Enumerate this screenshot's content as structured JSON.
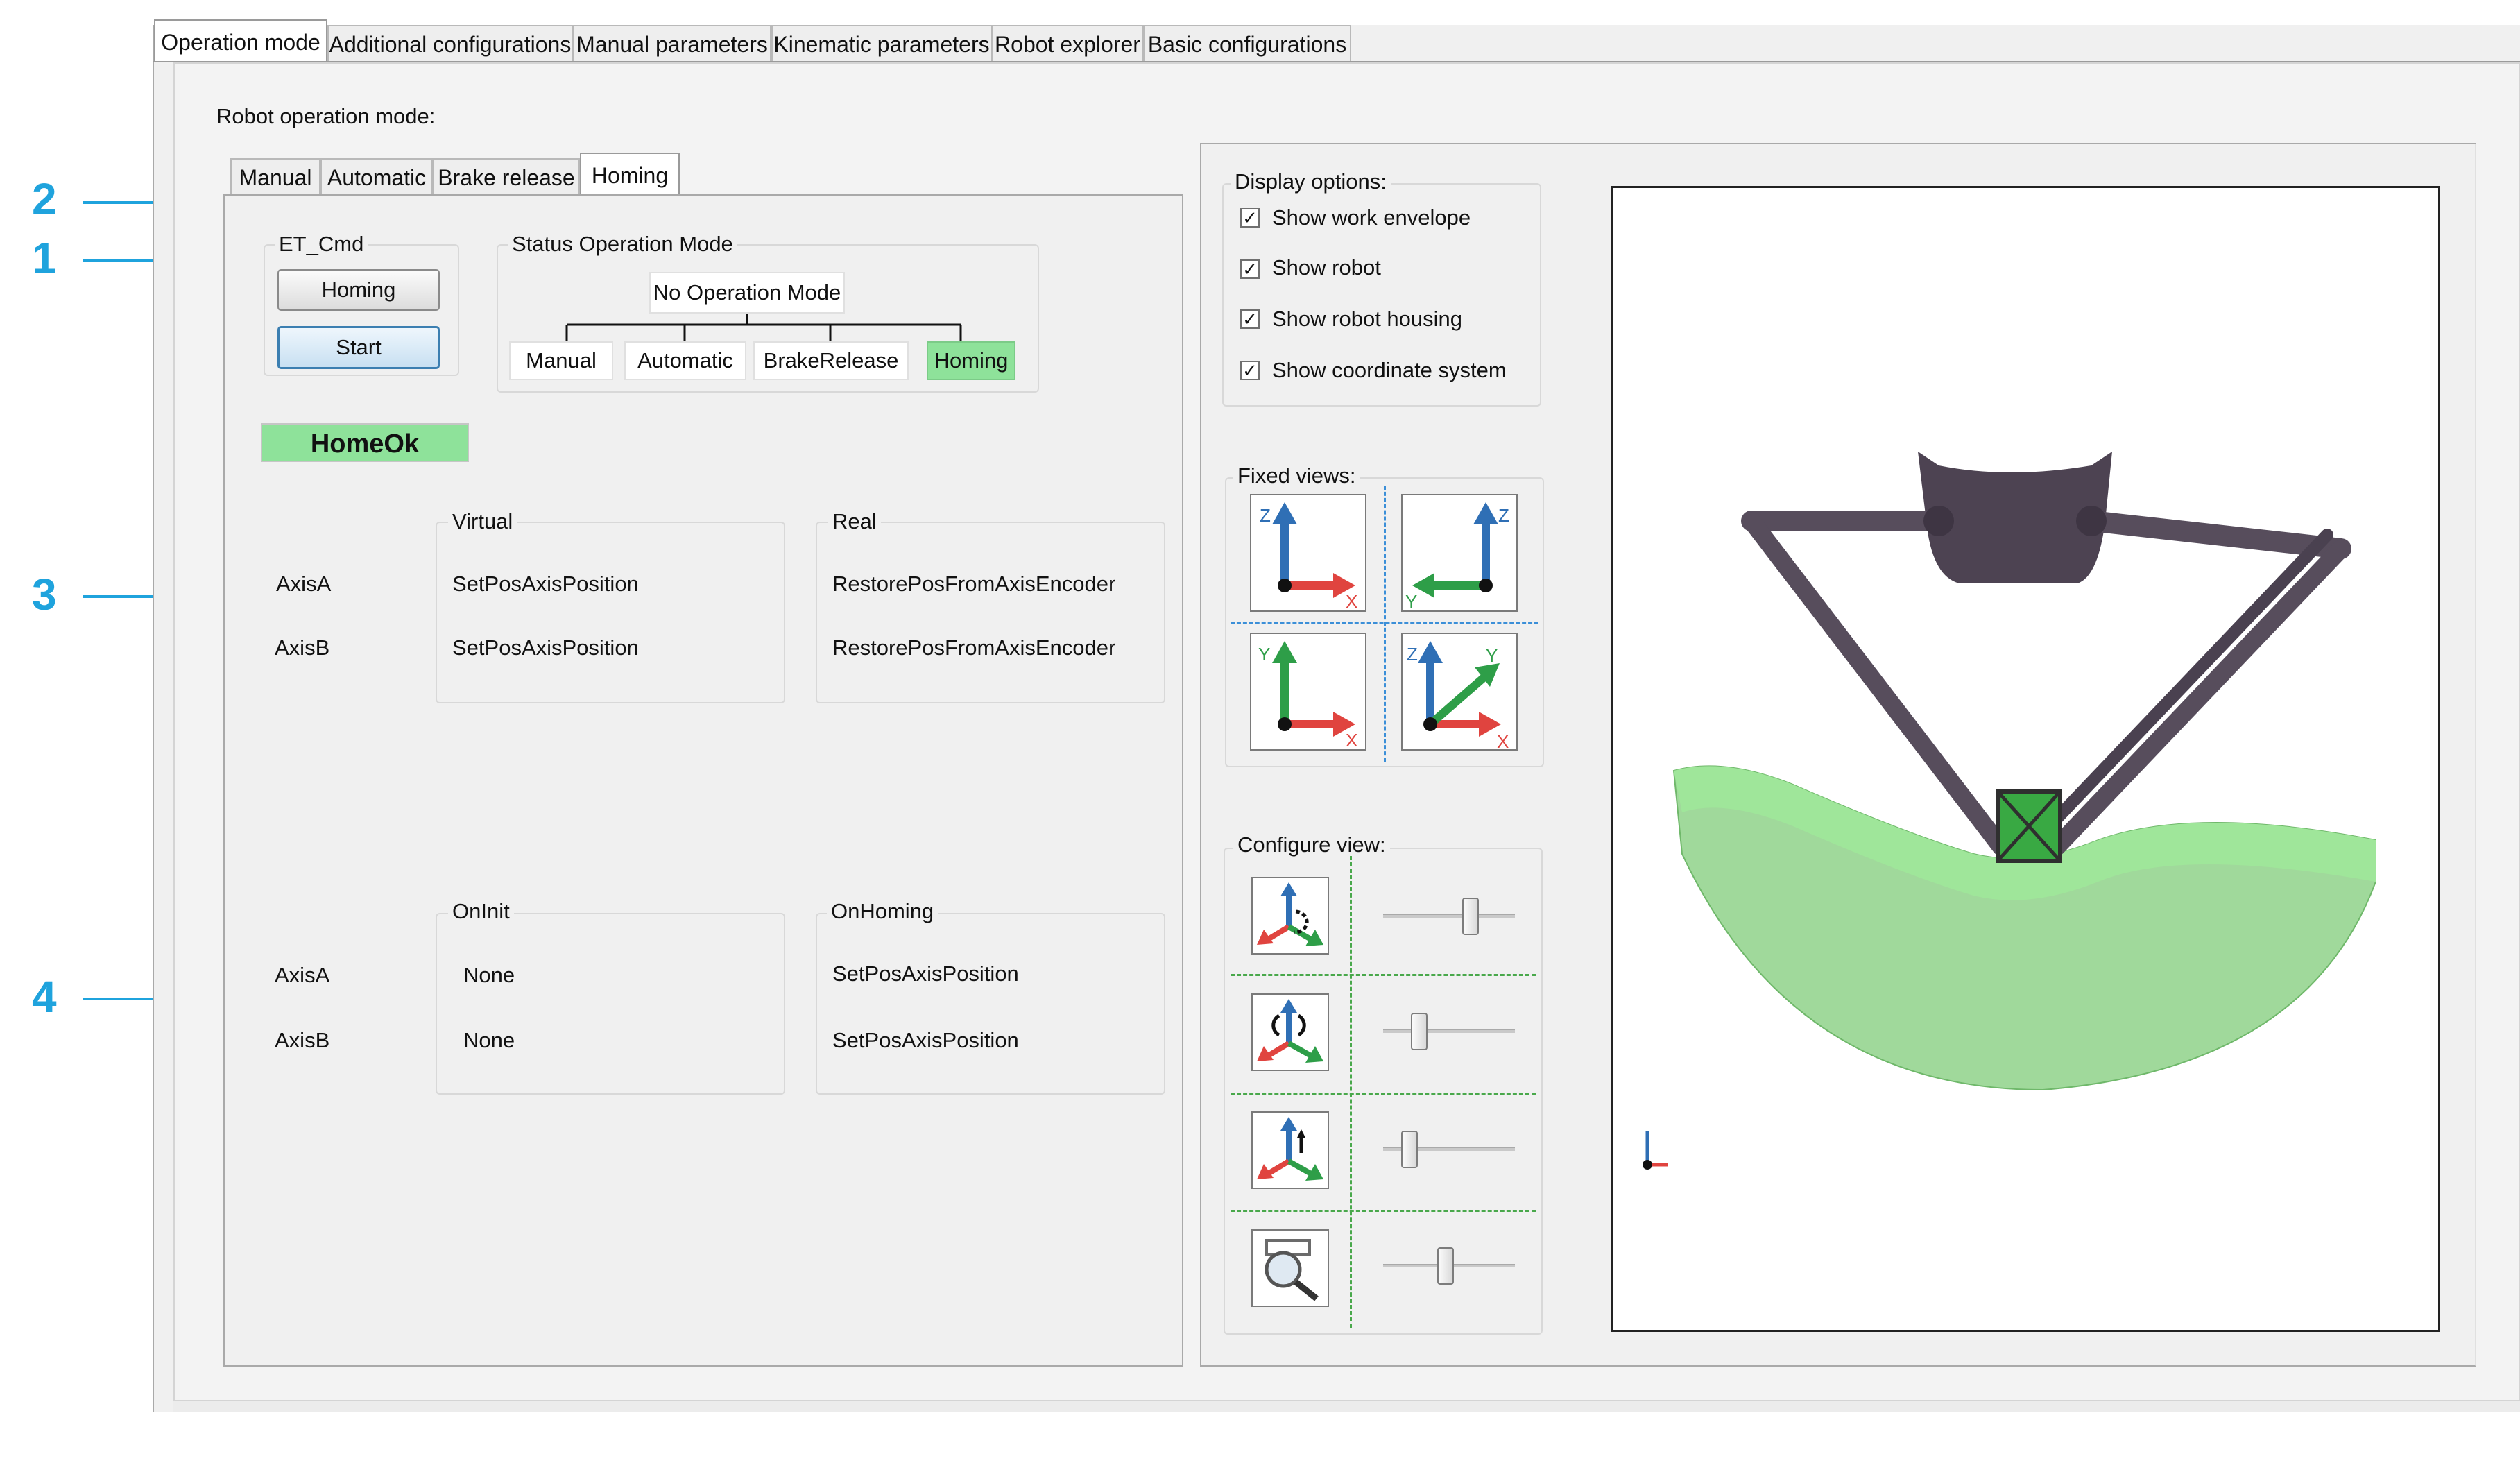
{
  "main_tabs": [
    "Operation mode",
    "Additional configurations",
    "Manual parameters",
    "Kinematic parameters",
    "Robot explorer",
    "Basic configurations"
  ],
  "robot_operation_mode_label": "Robot operation mode:",
  "sub_tabs": [
    "Manual",
    "Automatic",
    "Brake release",
    "Homing"
  ],
  "et_cmd": {
    "title": "ET_Cmd",
    "homing_button": "Homing",
    "start_button": "Start"
  },
  "status": {
    "title": "Status Operation Mode",
    "root": "No Operation Mode",
    "modes": [
      "Manual",
      "Automatic",
      "BrakeRelease",
      "Homing"
    ],
    "active_mode": "Homing"
  },
  "home_status": {
    "text": "HomeOk",
    "color": "#8ee29a"
  },
  "section3": {
    "virtual_title": "Virtual",
    "real_title": "Real",
    "rows": [
      {
        "axis": "AxisA",
        "virtual": "SetPosAxisPosition",
        "real": "RestorePosFromAxisEncoder"
      },
      {
        "axis": "AxisB",
        "virtual": "SetPosAxisPosition",
        "real": "RestorePosFromAxisEncoder"
      }
    ]
  },
  "section4": {
    "oninit_title": "OnInit",
    "onhoming_title": "OnHoming",
    "rows": [
      {
        "axis": "AxisA",
        "oninit": "None",
        "onhoming": "SetPosAxisPosition"
      },
      {
        "axis": "AxisB",
        "oninit": "None",
        "onhoming": "SetPosAxisPosition"
      }
    ]
  },
  "display_options": {
    "title": "Display options:",
    "items": [
      {
        "label": "Show work envelope",
        "checked": true
      },
      {
        "label": "Show robot",
        "checked": true
      },
      {
        "label": "Show robot housing",
        "checked": true
      },
      {
        "label": "Show coordinate system",
        "checked": true
      }
    ]
  },
  "fixed_views": {
    "title": "Fixed views:",
    "views": [
      {
        "name": "view-zx",
        "axes": [
          "Z",
          "X"
        ]
      },
      {
        "name": "view-zy",
        "axes": [
          "Z",
          "Y"
        ]
      },
      {
        "name": "view-yx",
        "axes": [
          "Y",
          "X"
        ]
      },
      {
        "name": "view-iso",
        "axes": [
          "Z",
          "Y",
          "X"
        ]
      }
    ],
    "axis_colors": {
      "z": "#2f6fb5",
      "x": "#e0443f",
      "y": "#2e9e48"
    }
  },
  "configure_view": {
    "title": "Configure view:",
    "controls": [
      {
        "icon": "rotate-z-icon",
        "value": 0.7
      },
      {
        "icon": "rotate-x-icon",
        "value": 0.3
      },
      {
        "icon": "translate-icon",
        "value": 0.22
      },
      {
        "icon": "zoom-icon",
        "value": 0.5
      }
    ]
  },
  "viewport": {
    "envelope_color": "#8fd28a",
    "robot_color": "#4d4352"
  },
  "callouts": [
    "1",
    "2",
    "3",
    "4"
  ]
}
